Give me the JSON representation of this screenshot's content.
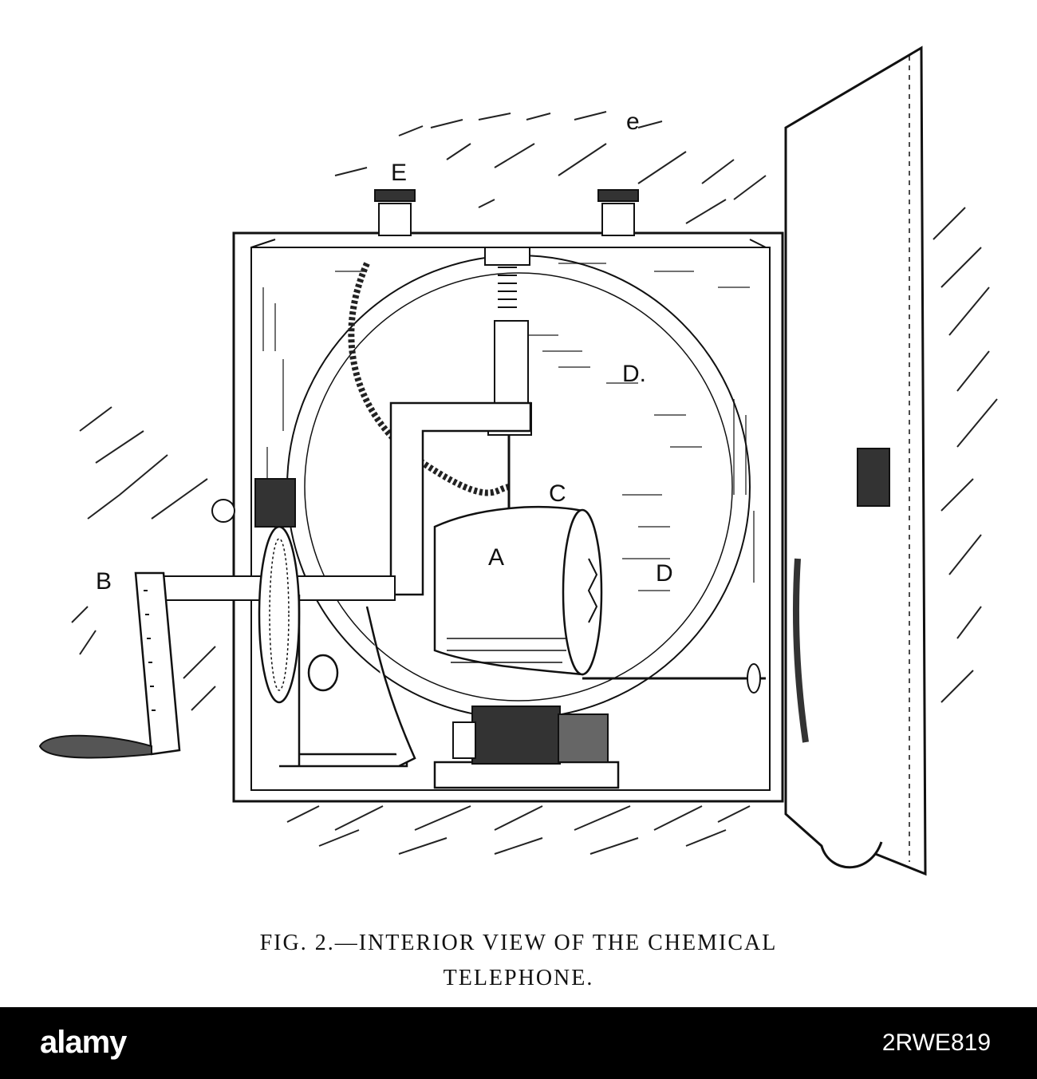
{
  "figure": {
    "labels": {
      "E": "E",
      "e": "e",
      "D_upper": "D.",
      "D_lower": "D",
      "C": "C",
      "A": "A",
      "B": "B"
    },
    "caption_line1": "FIG. 2.—INTERIOR VIEW OF THE CHEMICAL",
    "caption_line2": "TELEPHONE."
  },
  "footer": {
    "logo": "alamy",
    "image_id": "2RWE819"
  },
  "colors": {
    "ink": "#111111",
    "paper": "#ffffff",
    "footer_bg": "#000000"
  }
}
